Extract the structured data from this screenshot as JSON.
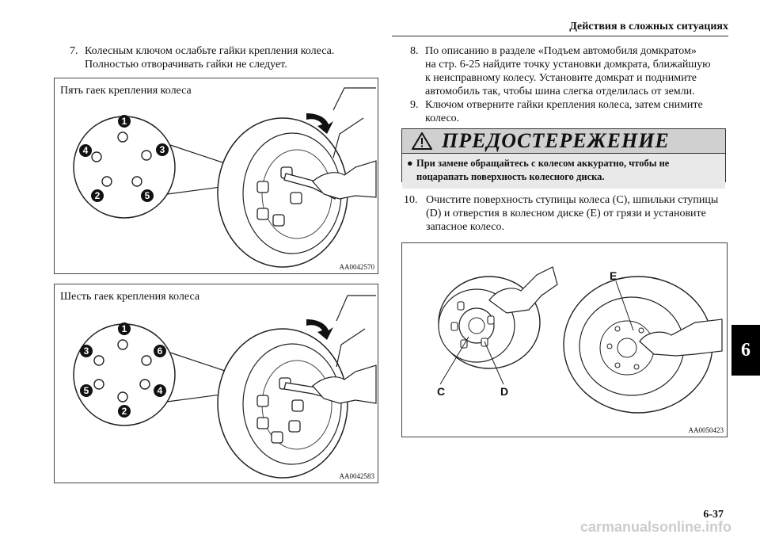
{
  "header": {
    "title": "Действия в сложных ситуациях"
  },
  "chapter_tab": "6",
  "page_number": "6-37",
  "steps": {
    "s7": {
      "num": "7.",
      "line1": "Колесным ключом ослабьте гайки крепления колеса.",
      "line2": "Полностью отворачивать гайки не следует."
    },
    "s8": {
      "num": "8.",
      "line1": "По описанию в разделе «Подъем автомобиля домкратом»",
      "line2": "на стр. 6-25 найдите точку установки домкрата, ближайшую",
      "line3": "к неисправному колесу. Установите домкрат и поднимите",
      "line4": "автомобиль так, чтобы шина слегка отделилась от земли."
    },
    "s9": {
      "num": "9.",
      "line1": "Ключом отверните гайки крепления колеса, затем снимите",
      "line2": "колесо."
    },
    "s10": {
      "num": "10.",
      "line1": "Очистите поверхность ступицы колеса (C), шпильки ступицы",
      "line2": "(D) и отверстия в колесном диске (E) от грязи и установите",
      "line3": "запасное колесо."
    }
  },
  "figures": {
    "five_nuts": {
      "caption": "Пять гаек крепления колеса",
      "code": "AA0042570",
      "labels": [
        "1",
        "2",
        "3",
        "4",
        "5"
      ]
    },
    "six_nuts": {
      "caption": "Шесть гаек крепления колеса",
      "code": "AA0042583",
      "labels": [
        "1",
        "2",
        "3",
        "4",
        "5",
        "6"
      ]
    },
    "hub": {
      "code": "AA0050423",
      "label_c": "C",
      "label_d": "D",
      "label_e": "E"
    }
  },
  "warning": {
    "title": "ПРЕДОСТЕРЕЖЕНИЕ",
    "line1": "При замене обращайтесь с колесом аккуратно, чтобы не",
    "line2": "поцарапать поверхность колесного диска."
  },
  "watermark": "carmanualsonline.info"
}
